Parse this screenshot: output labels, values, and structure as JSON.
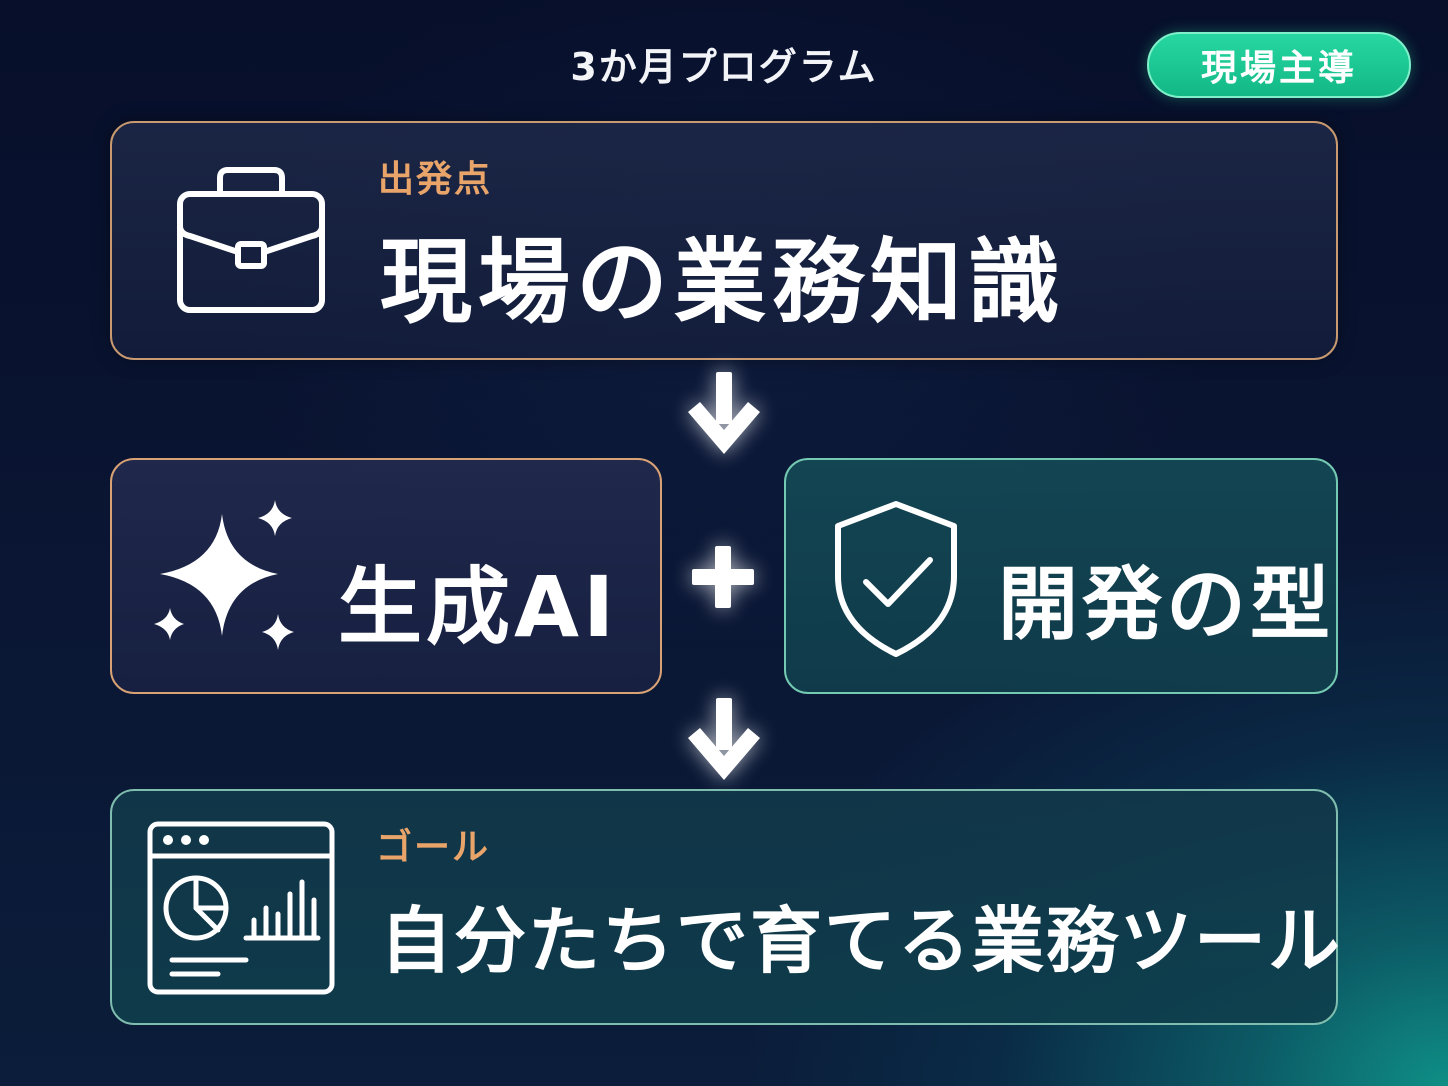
{
  "header": {
    "program_title": "3か月プログラム",
    "badge": "現場主導"
  },
  "start_card": {
    "label": "出発点",
    "title": "現場の業務知識",
    "icon": "briefcase-icon"
  },
  "ai_card": {
    "title": "生成AI",
    "icon": "sparkles-icon"
  },
  "operator": "+",
  "type_card": {
    "title": "開発の型",
    "icon": "shield-check-icon"
  },
  "goal_card": {
    "label": "ゴール",
    "title": "自分たちで育てる業務ツール",
    "icon": "dashboard-window-icon"
  },
  "colors": {
    "accent_orange": "#e9a46a",
    "badge_green": "#12b886",
    "background_dark": "#070f2a",
    "background_teal": "#0f8f86"
  }
}
